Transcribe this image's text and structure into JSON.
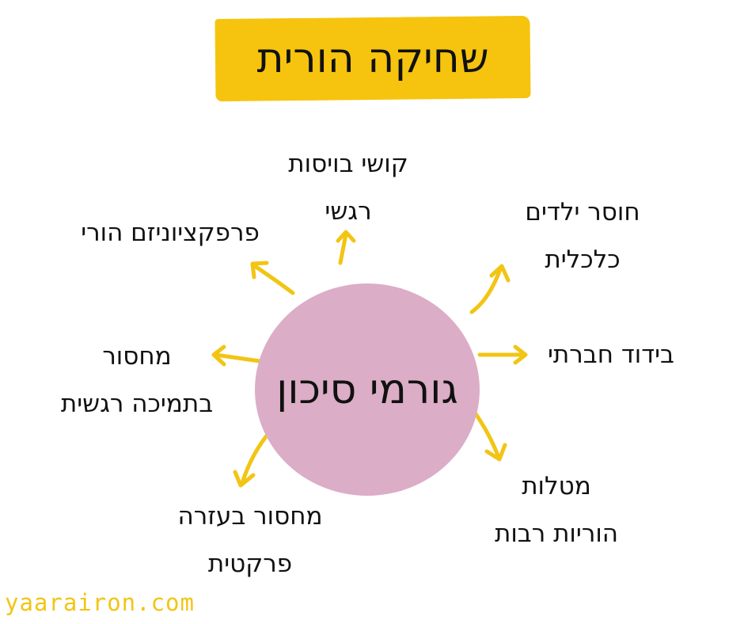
{
  "title": "שחיקה הורית",
  "center": "גורמי סיכון",
  "factors": [
    {
      "id": "emotional-regulation",
      "lines": [
        "קושי בויסות",
        "רגשי"
      ]
    },
    {
      "id": "lack-of-economic-children",
      "lines": [
        "חוסר ילדים",
        "כלכלית"
      ]
    },
    {
      "id": "social-isolation",
      "lines": [
        "בידוד חברתי"
      ]
    },
    {
      "id": "multiple-parental-tasks",
      "lines": [
        "מטלות",
        "הוריות רבות"
      ]
    },
    {
      "id": "lack-of-practical-help",
      "lines": [
        "מחסור בעזרה",
        "פרקטית"
      ]
    },
    {
      "id": "lack-of-emotional-support",
      "lines": [
        "מחסור",
        "בתמיכה רגשית"
      ]
    },
    {
      "id": "parental-perfectionism",
      "lines": [
        "פרפקציוניזם הורי"
      ]
    }
  ],
  "footer": "yaarairon.com",
  "colors": {
    "title_bg": "#f6c40e",
    "circle": "#dcadc6",
    "arrow": "#f2c514",
    "footer": "#f2c514"
  }
}
